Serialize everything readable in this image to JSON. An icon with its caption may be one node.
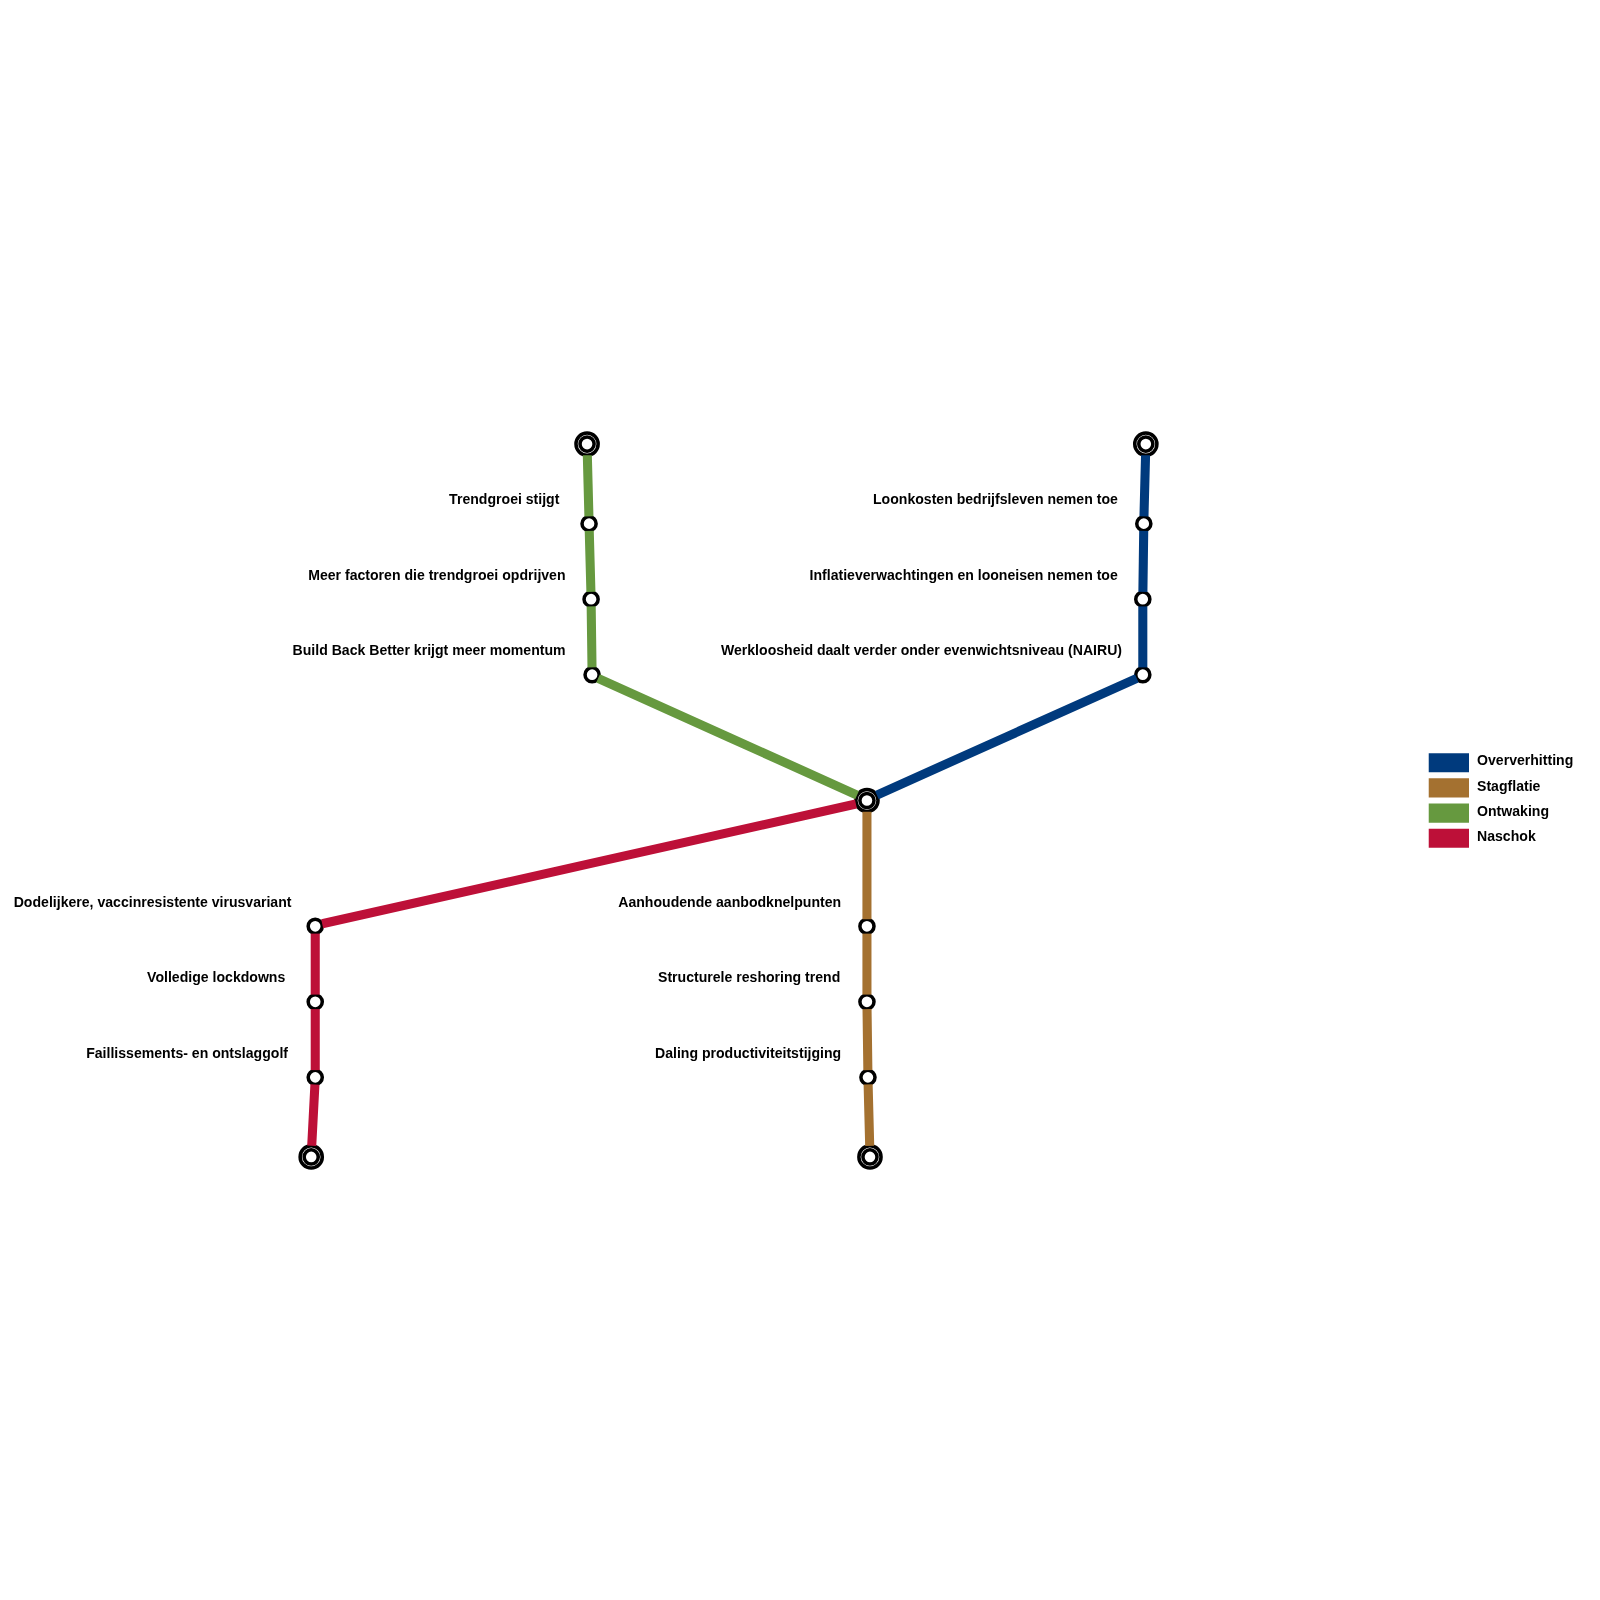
{
  "diagram": {
    "nodes": [
      {
        "text": [],
        "shape": "doublecircle"
      },
      {
        "text": [],
        "shape": "doublecircle"
      },
      {
        "text": [],
        "shape": "circle",
        "beside": [
          "Trendgroei stijgt"
        ]
      },
      {
        "text": [],
        "shape": "circle",
        "beside": [
          "Loonkosten bedrijfsleven nemen toe"
        ]
      },
      {
        "text": [],
        "shape": "circle",
        "beside": [
          "Meer factoren die trendgroei opdrijven"
        ]
      },
      {
        "text": [],
        "shape": "circle",
        "beside": [
          "Inflatieverwachtingen en looneisen nemen toe"
        ]
      },
      {
        "text": [],
        "shape": "circle",
        "beside": [
          "Build Back Better krijgt meer momentum"
        ]
      },
      {
        "text": [],
        "shape": "circle",
        "beside": [
          "Werkloosheid daalt verder onder evenwichtsniveau (NAIRU)"
        ]
      },
      {
        "text": [],
        "shape": "circle",
        "beside": [
          "Dodelijkere, vaccinresistente virusvariant"
        ]
      },
      {
        "text": [],
        "shape": "doublecircle"
      },
      {
        "text": [],
        "shape": "circle",
        "beside": [
          "Aanhoudende aanbodknelpunten"
        ]
      },
      {
        "text": [],
        "shape": "circle",
        "beside": [
          "Structurele reshoring trend"
        ]
      },
      {
        "text": [],
        "shape": "circle",
        "beside": [
          "Daling productiviteitstijging"
        ]
      },
      {
        "text": [],
        "shape": "doublecircle"
      },
      {
        "text": [],
        "shape": "circle",
        "beside": [
          "Volledige lockdowns"
        ]
      },
      {
        "text": [],
        "shape": "circle",
        "beside": [
          "Faillissements- en ontslaggolf"
        ]
      },
      {
        "text": [],
        "shape": "doublecircle"
      }
    ],
    "edges": [
      {
        "from": 0,
        "to": 2,
        "arrow": "none",
        "color": "#66993f"
      },
      {
        "from": 2,
        "to": 4,
        "arrow": "none",
        "color": "#66993f"
      },
      {
        "from": 4,
        "to": 6,
        "arrow": "none",
        "color": "#66993f"
      },
      {
        "from": 6,
        "to": 9,
        "arrow": "none",
        "color": "#66993f"
      },
      {
        "from": 1,
        "to": 3,
        "arrow": "none",
        "color": "#003a7d"
      },
      {
        "from": 3,
        "to": 5,
        "arrow": "none",
        "color": "#003a7d"
      },
      {
        "from": 5,
        "to": 7,
        "arrow": "none",
        "color": "#003a7d"
      },
      {
        "from": 7,
        "to": 9,
        "arrow": "none",
        "color": "#003a7d"
      },
      {
        "from": 9,
        "to": 10,
        "arrow": "none",
        "color": "#a47130"
      },
      {
        "from": 10,
        "to": 11,
        "arrow": "none",
        "color": "#a47130"
      },
      {
        "from": 11,
        "to": 12,
        "arrow": "none",
        "color": "#a47130"
      },
      {
        "from": 12,
        "to": 13,
        "arrow": "none",
        "color": "#a47130"
      },
      {
        "from": 9,
        "to": 8,
        "arrow": "none",
        "color": "#bd1038"
      },
      {
        "from": 8,
        "to": 14,
        "arrow": "none",
        "color": "#bd1038"
      },
      {
        "from": 14,
        "to": 15,
        "arrow": "none",
        "color": "#bd1038"
      },
      {
        "from": 15,
        "to": 16,
        "arrow": "none",
        "color": "#bd1038"
      }
    ],
    "legend": [
      {
        "text": "Oververhitting",
        "color": "#003a7d"
      },
      {
        "text": "Stagflatie",
        "color": "#a47130"
      },
      {
        "text": "Ontwaking",
        "color": "#66993f"
      },
      {
        "text": "Naschok",
        "color": "#bd1038"
      }
    ]
  }
}
